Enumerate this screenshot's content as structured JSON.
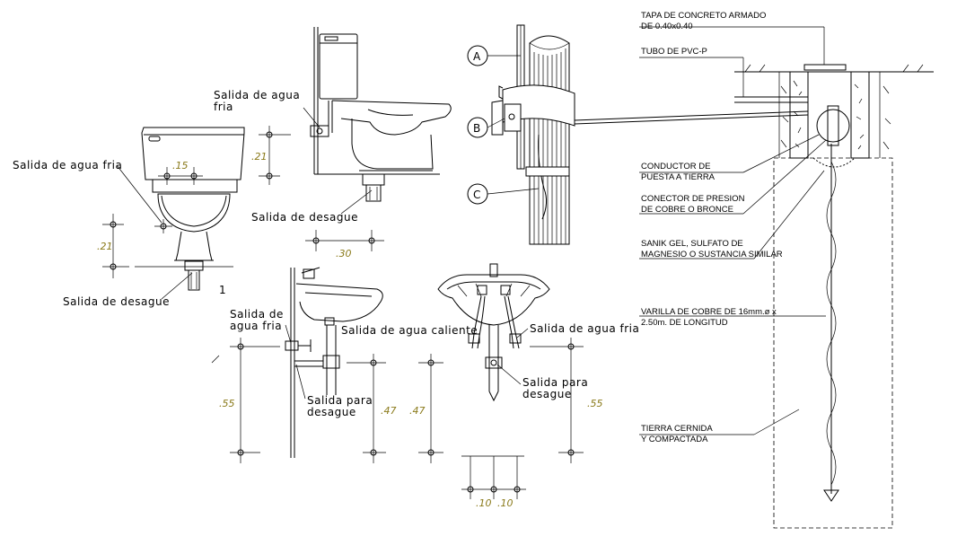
{
  "labels": {
    "toilet_front_cold": "Salida de agua fria",
    "toilet_front_drain": "Salida de desague",
    "toilet_side_cold": "Salida de agua\nfria",
    "toilet_side_drain": "Salida de desague",
    "sink_side_cold": "Salida de\nagua fria",
    "sink_side_drain": "Salida para\ndesague",
    "sink_hot": "Salida de agua caliente",
    "sink_front_cold": "Salida de agua fria",
    "sink_front_drain": "Salida para\ndesague",
    "marker_a": "A",
    "marker_b": "B",
    "marker_c": "C",
    "tapa": "TAPA DE CONCRETO ARMADO\nDE 0.40x0.40",
    "tubo": "TUBO DE PVC-P",
    "conductor": "CONDUCTOR DE\nPUESTA A TIERRA",
    "conector": "CONECTOR DE PRESION\nDE COBRE O BRONCE",
    "sanik": "SANIK GEL, SULFATO DE\nMAGNESIO O SUSTANCIA SIMILAR",
    "varilla": "VARILLA DE COBRE DE 16mm.ø x\n2.50m. DE LONGITUD",
    "tierra": "TIERRA CERNIDA\nY COMPACTADA",
    "one": "1"
  },
  "dimensions": {
    "d15": ".15",
    "d21a": ".21",
    "d21b": ".21",
    "d30": ".30",
    "d55a": ".55",
    "d47a": ".47",
    "d47b": ".47",
    "d55b": ".55",
    "d10a": ".10",
    "d10b": ".10"
  },
  "colors": {
    "line": "#000000",
    "dimension": "#8a7a1a",
    "background": "#ffffff"
  }
}
